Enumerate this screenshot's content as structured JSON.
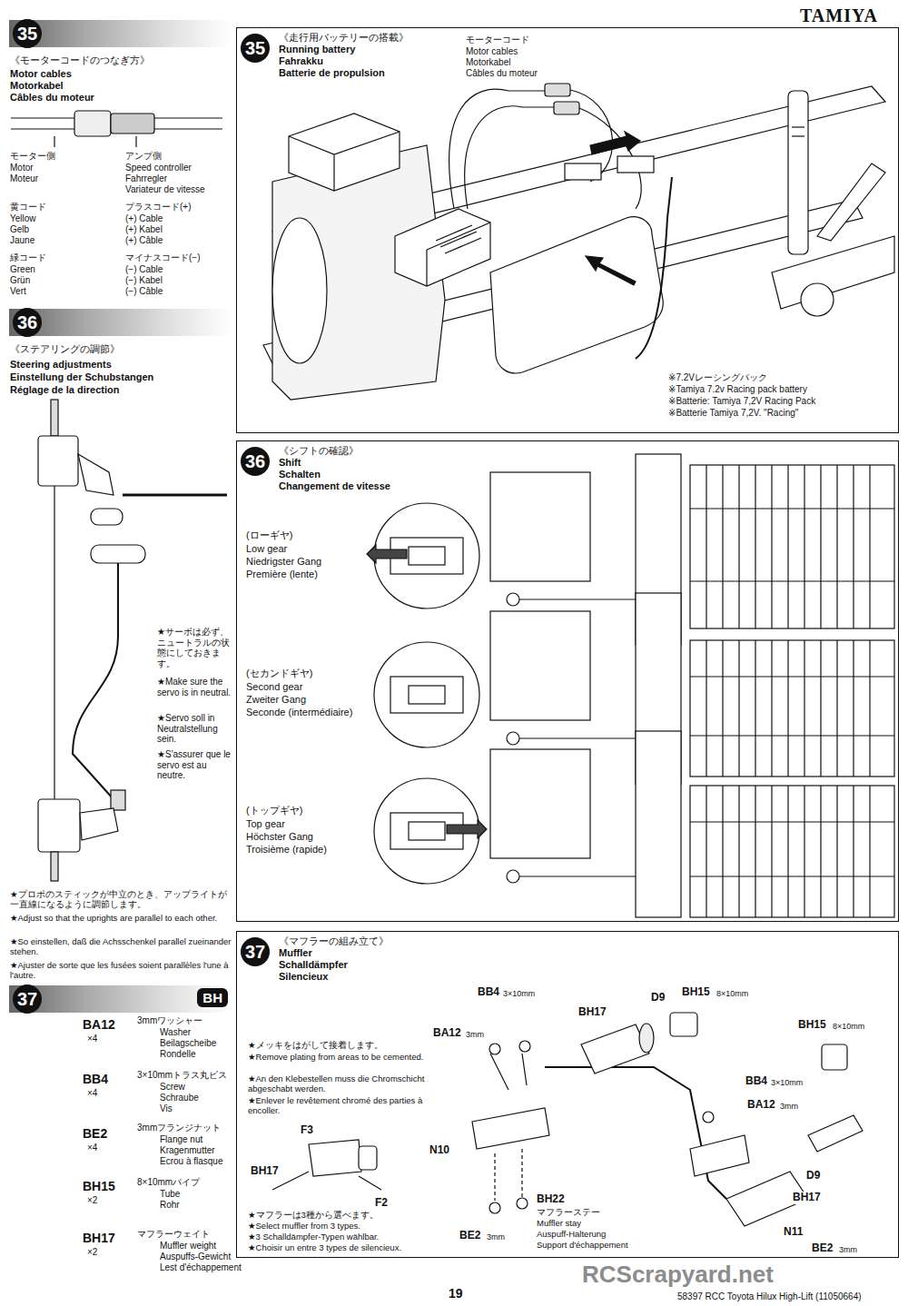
{
  "diagram": {
    "nodes": [
      {
        "text": [
          "35",
          "《走行用バッテリーの搭載》",
          "Running battery",
          "Fahrakku",
          "Batterie de propulsion"
        ]
      },
      {
        "text": [
          "36",
          "《シフトの確認》",
          "Shift",
          "Schalten",
          "Changement de vitesse"
        ]
      },
      {
        "text": [
          "37",
          "《マフラーの組み立て》",
          "Muffler",
          "Schalldämpfer",
          "Silencieux"
        ]
      },
      {
        "text": [
          "35"
        ]
      },
      {
        "text": [
          "36"
        ]
      },
      {
        "text": [
          "37",
          "BH"
        ]
      }
    ],
    "labels": [
      "TAMIYA",
      "《モーターコードのつなぎ方》",
      "Motor cables",
      "Motorkabel",
      "Câbles du moteur",
      "モーター側",
      "Motor",
      "Moteur",
      "アンプ側",
      "Speed controller",
      "Fahrregler",
      "Variateur de vitesse",
      "黄コード",
      "Yellow",
      "Gelb",
      "Jaune",
      "プラスコード(+)",
      "(+) Cable",
      "(+) Kabel",
      "(+) Câble",
      "緑コード",
      "Green",
      "Grün",
      "Vert",
      "マイナスコード(−)",
      "(−) Cable",
      "(−) Kabel",
      "(−) Câble",
      "《ステアリングの調節》",
      "Steering adjustments",
      "Einstellung der Schubstangen",
      "Réglage de la direction",
      "★サーボは必ず、ニュートラルの状態にしておきます。",
      "★Make sure the servo is in neutral.",
      "★Servo soll in Neutralstellung sein.",
      "★S'assurer que le servo est au neutre.",
      "★プロポのスティックが中立のとき、アップライトが一直線になるように調節します。",
      "★Adjust so that the uprights are parallel to each other.",
      "★So einstellen, daß die Achsschenkel parallel zueinander stehen.",
      "★Ajuster de sorte que les fusées soient parallèles l'une à l'autre.",
      "BA12",
      "×4",
      "3mmワッシャー",
      "Washer",
      "Beilagscheibe",
      "Rondelle",
      "BB4",
      "×4",
      "3×10mmトラス丸ビス",
      "Screw",
      "Schraube",
      "Vis",
      "BE2",
      "×4",
      "3mmフランジナット",
      "Flange nut",
      "Kragenmutter",
      "Ecrou à flasque",
      "BH15",
      "×2",
      "8×10mmパイプ",
      "Tube",
      "Rohr",
      "BH17",
      "×2",
      "マフラーウェイト",
      "Muffler weight",
      "Auspuffs-Gewicht",
      "Lest d'échappement",
      "モーターコード",
      "Motor cables",
      "Motorkabel",
      "Câbles du moteur",
      "※7.2Vレーシングパック",
      "※Tamiya 7.2v Racing pack battery",
      "※Batterie: Tamiya 7,2V Racing Pack",
      "※Batterie Tamiya 7,2V. \"Racing\"",
      "(ローギヤ)",
      "Low gear",
      "Niedrigster Gang",
      "Première (lente)",
      "(セカンドギヤ)",
      "Second gear",
      "Zweiter Gang",
      "Seconde (intermédiaire)",
      "(トップギヤ)",
      "Top gear",
      "Höchster Gang",
      "Troisième (rapide)",
      "★メッキをはがして接着します。",
      "★Remove plating from areas to be cemented.",
      "★An den Klebestellen muss die Chromschicht abgeschabt werden.",
      "★Enlever le revêtement chromé des parties à encoller.",
      "BB4",
      "3×10mm",
      "BA12",
      "3mm",
      "BH17",
      "D9",
      "BH15",
      "8×10mm",
      "BH15",
      "8×10mm",
      "BB4",
      "3×10mm",
      "BA12",
      "3mm",
      "F3",
      "BH17",
      "F2",
      "N10",
      "BE2",
      "3mm",
      "BH22",
      "マフラーステー",
      "Muffler stay",
      "Auspuff-Halterung",
      "Support d'échappement",
      "D9",
      "BH17",
      "N11",
      "BE2",
      "3mm",
      "★マフラーは3種から選べます。",
      "★Select muffler from 3 types.",
      "★3 Schalldämpfer-Typen wählbar.",
      "★Choisir un entre 3 types de silencieux.",
      "RCScrapyard.net",
      "19",
      "58397 RCC Toyota Hilux High-Lift (11050664)"
    ]
  }
}
